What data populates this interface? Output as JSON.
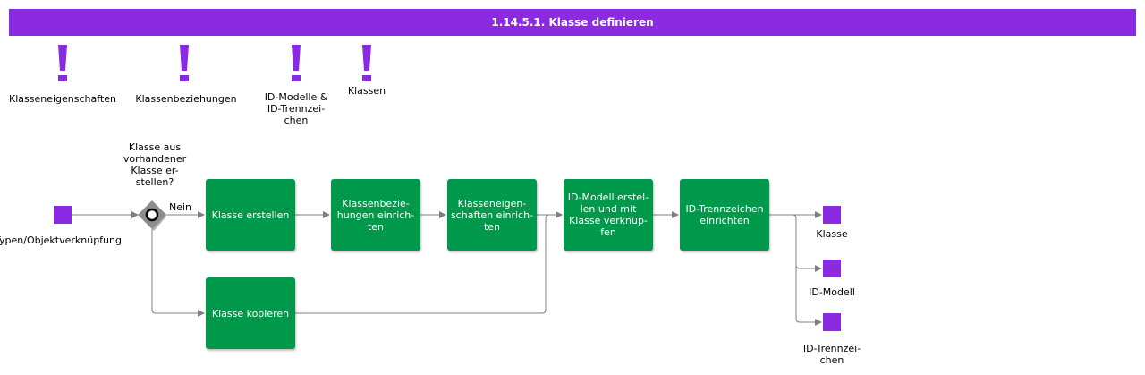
{
  "header": {
    "title": "1.14.5.1. Klasse definieren"
  },
  "colors": {
    "accent": "#8a2be2",
    "task": "#00984a",
    "line": "#7f7f7f"
  },
  "info_items": [
    {
      "label": "Klasseneigenschaften",
      "icon": "exclamation-icon"
    },
    {
      "label": "Klassenbeziehungen",
      "icon": "exclamation-icon"
    },
    {
      "label": "ID-Modelle & ID-Trennzei-chen",
      "icon": "exclamation-icon"
    },
    {
      "label": "Klassen",
      "icon": "exclamation-icon"
    }
  ],
  "start": {
    "label": "Typen/Objektverknüpfung"
  },
  "gateway": {
    "question": "Klasse aus vorhandener Klasse er-stellen?",
    "no_label": "Nein"
  },
  "tasks": {
    "create": "Klasse erstellen",
    "copy": "Klasse kopieren",
    "relations": "Klassenbezie-hungen einrich-ten",
    "properties": "Klasseneigen-schaften einrich-ten",
    "idmodel": "ID-Modell erstel-len und mit Klasse verknüp-fen",
    "separator": "ID-Trennzeichen einrichten"
  },
  "outputs": [
    {
      "label": "Klasse"
    },
    {
      "label": "ID-Modell"
    },
    {
      "label": "ID-Trennzei-chen"
    }
  ]
}
